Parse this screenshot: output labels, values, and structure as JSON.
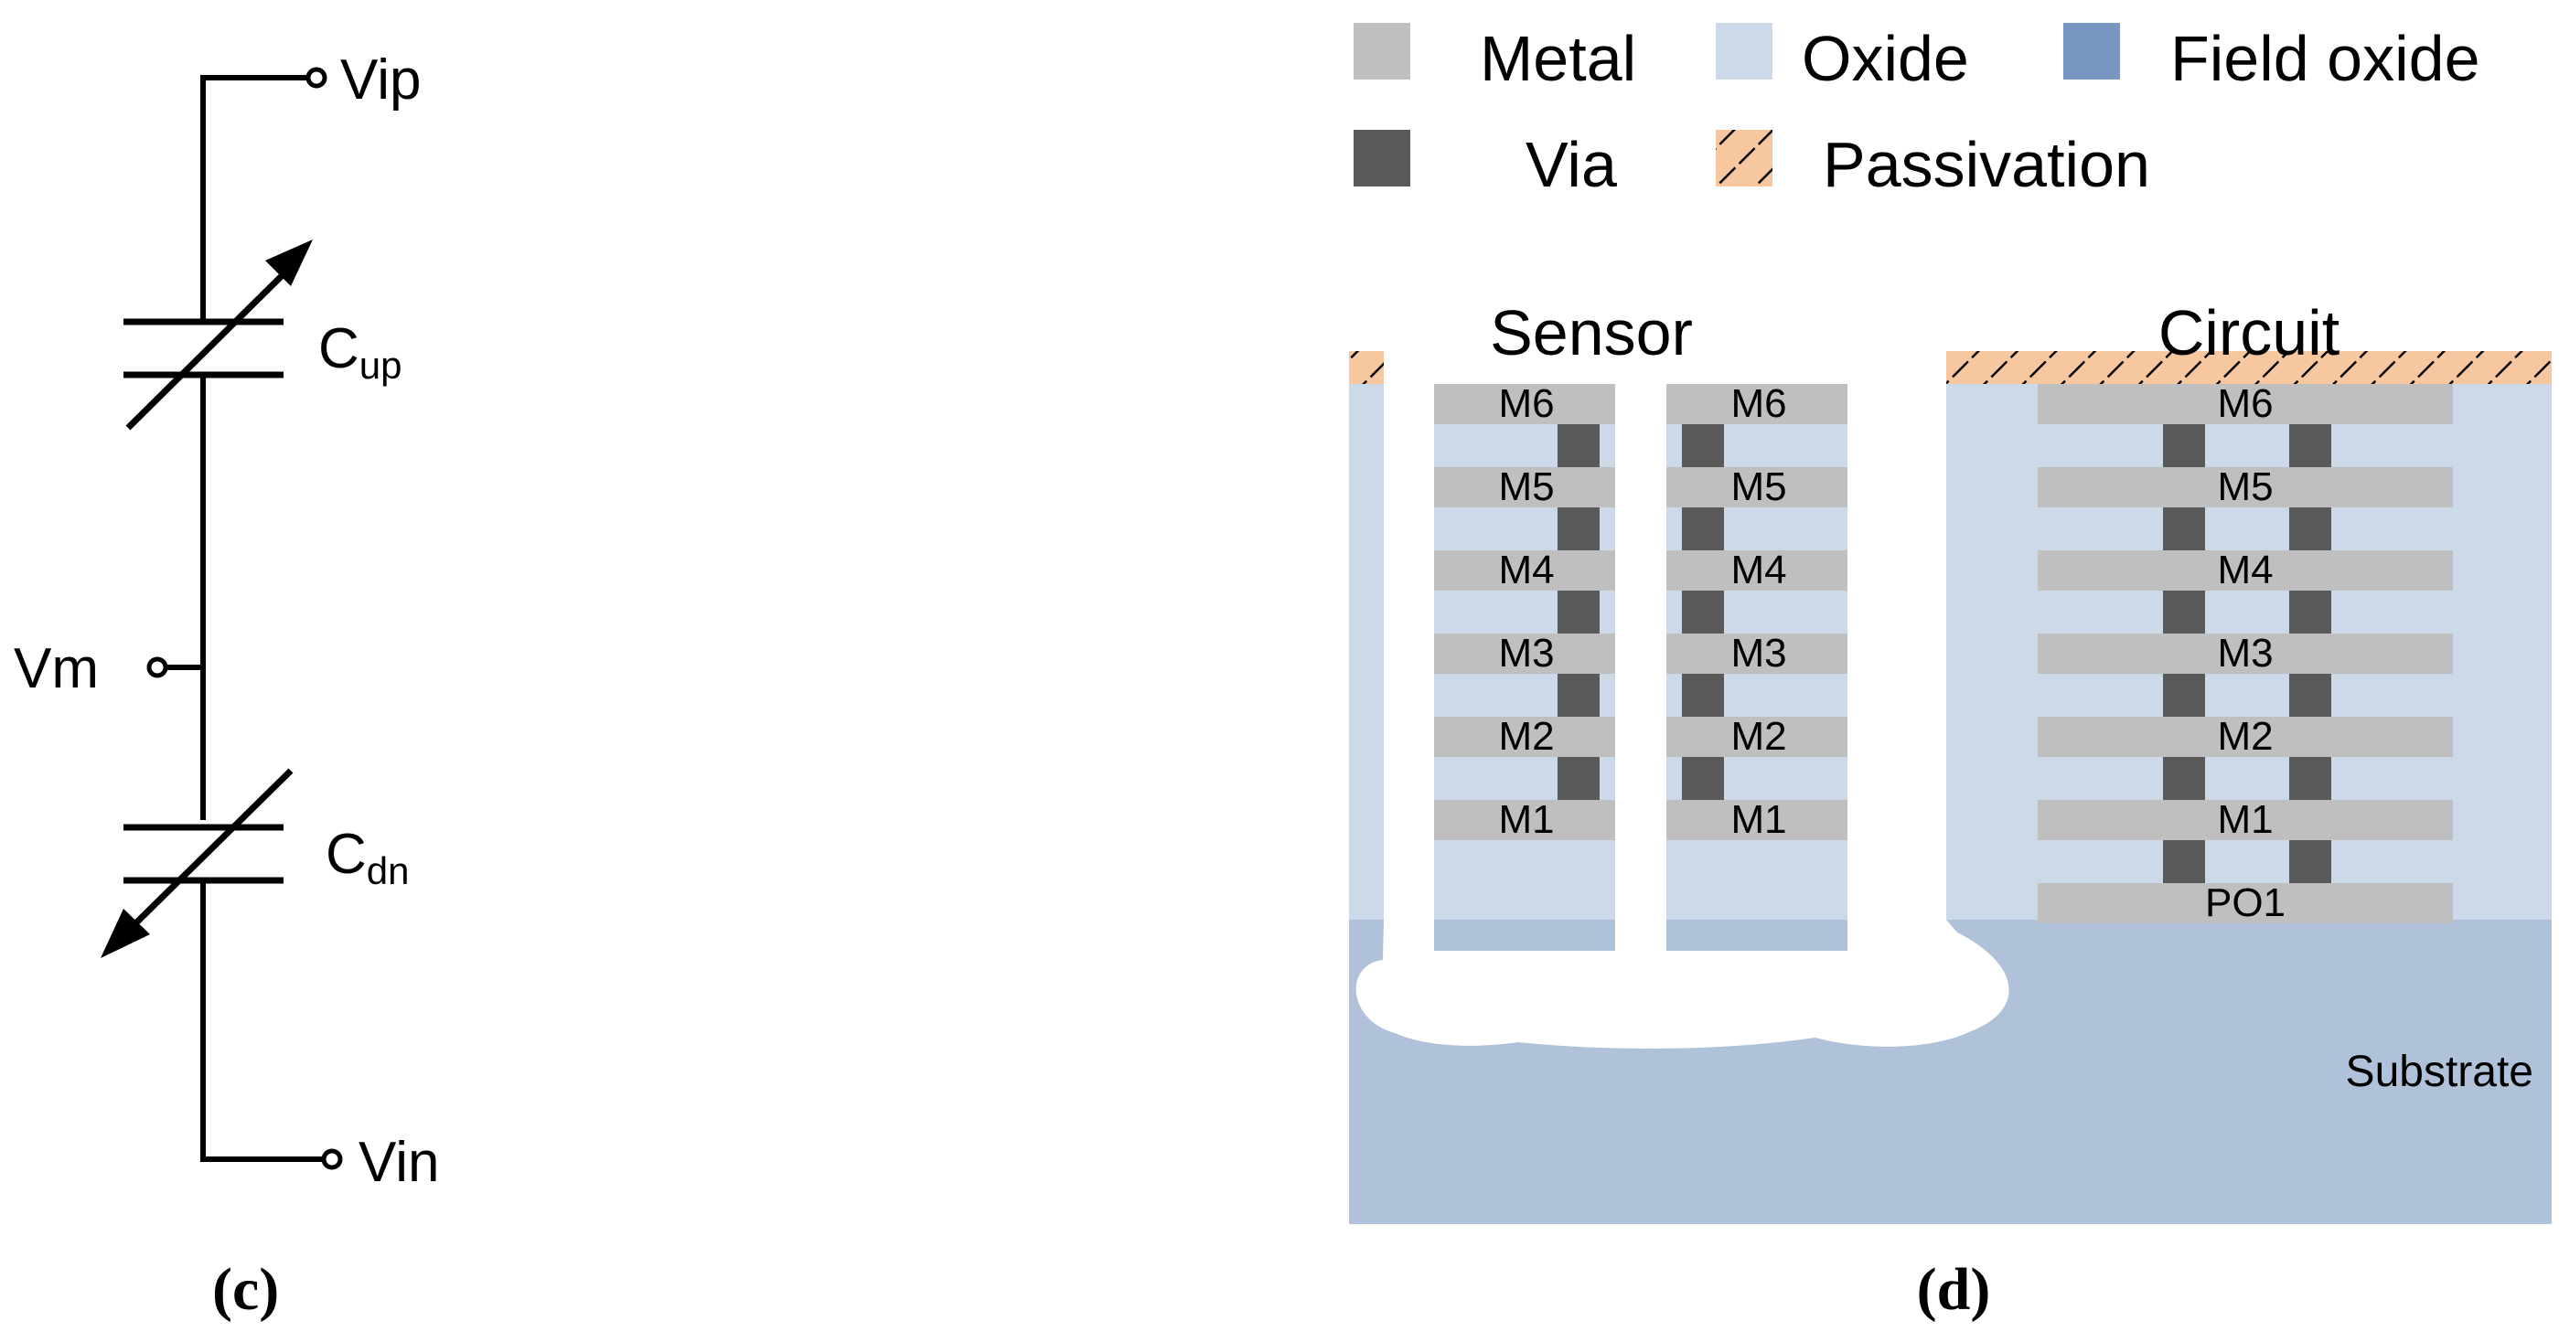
{
  "circuit": {
    "terminals": {
      "top": "Vip",
      "mid": "Vm",
      "bottom": "Vin"
    },
    "capacitors": [
      {
        "main": "C",
        "sub": "up"
      },
      {
        "main": "C",
        "sub": "dn"
      }
    ],
    "caption": "(c)"
  },
  "legend": {
    "items": [
      {
        "label": "Metal",
        "color": "#bfbfbf"
      },
      {
        "label": "Oxide",
        "color": "#ccd9e8"
      },
      {
        "label": "Field oxide",
        "color": "#7896c0"
      },
      {
        "label": "Via",
        "color": "#595959"
      },
      {
        "label": "Passivation",
        "color": "#f7c8a0"
      }
    ]
  },
  "cross_section": {
    "sensor_title": "Sensor",
    "circuit_title": "Circuit",
    "substrate_label": "Substrate",
    "layers": [
      "M6",
      "M5",
      "M4",
      "M3",
      "M2",
      "M1"
    ],
    "poly_label": "PO1",
    "caption": "(d)",
    "colors": {
      "oxide": "#ccd9e8",
      "metal": "#bfbfbf",
      "via": "#595959",
      "substrate": "#afc2d9",
      "passivation": "#f7c8a0"
    }
  }
}
